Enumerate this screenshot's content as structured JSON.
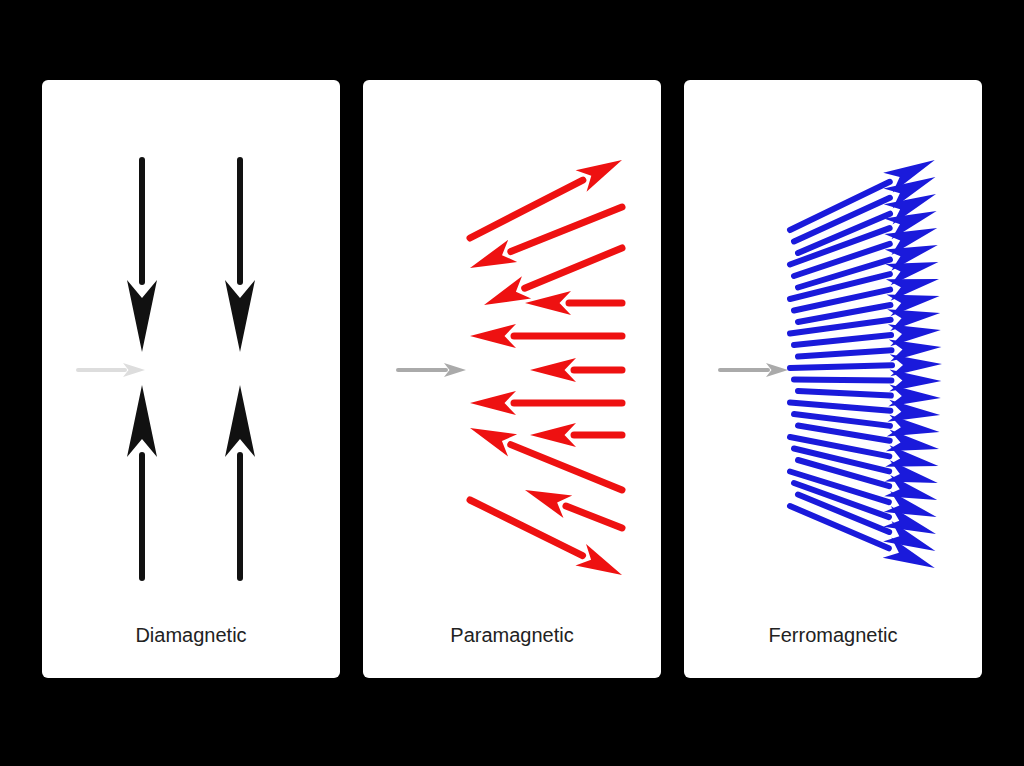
{
  "diagram": {
    "nodes": [
      {
        "text": [
          "Diamagnetic"
        ]
      },
      {
        "text": [
          "Paramagnetic"
        ]
      },
      {
        "text": [
          "Ferromagnetic"
        ]
      }
    ]
  }
}
